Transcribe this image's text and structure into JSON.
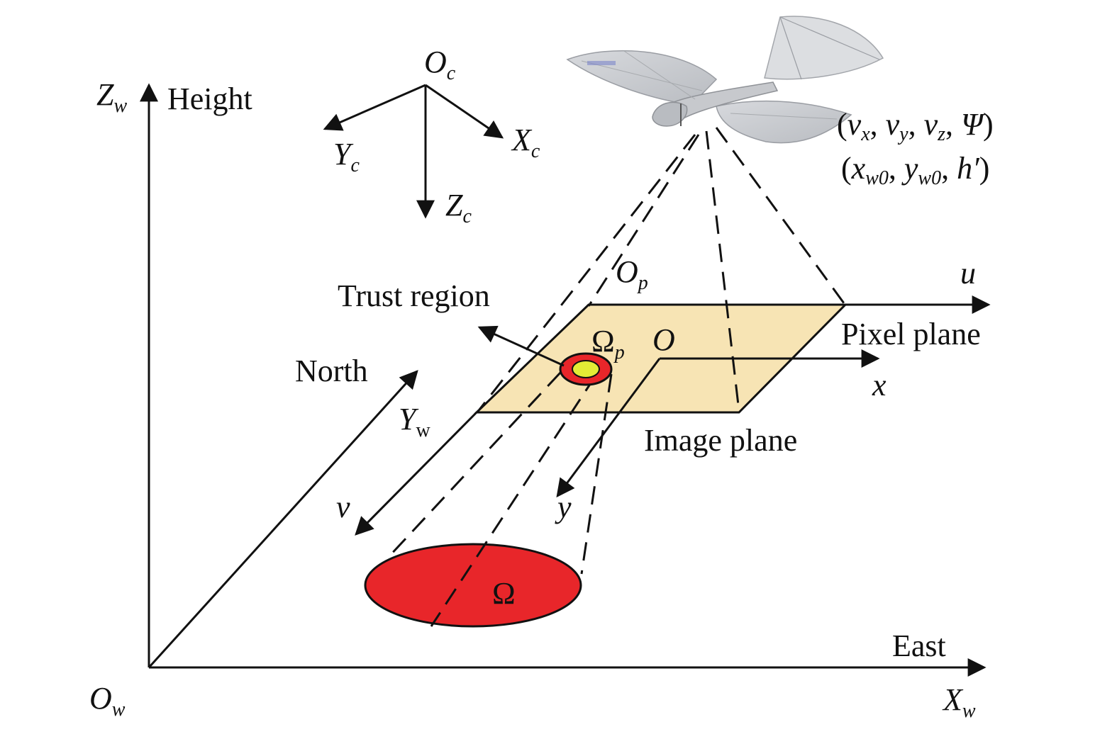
{
  "colors": {
    "ink": "#111111",
    "plane_fill": "#f7e4b4",
    "target_red": "#e8262a",
    "target_core": "#e4ec35",
    "drone_body": "#c9cbcf"
  },
  "icons": {
    "drone": "flapping-wing-drone-icon"
  },
  "labels": {
    "height": "Height",
    "east": "East",
    "north": "North",
    "trust_region": "Trust region",
    "pixel_plane": "Pixel plane",
    "image_plane": "Image plane",
    "omega": "Ω",
    "omega_p_base": "Ω",
    "omega_p_sub": "p"
  },
  "world_axes": {
    "z": {
      "base": "Z",
      "sub": "w"
    },
    "x": {
      "base": "X",
      "sub": "w"
    },
    "y": {
      "base": "Y",
      "sub": "w"
    },
    "origin": {
      "base": "O",
      "sub": "w"
    }
  },
  "camera_axes": {
    "origin": {
      "base": "O",
      "sub": "c"
    },
    "x": {
      "base": "X",
      "sub": "c"
    },
    "y": {
      "base": "Y",
      "sub": "c"
    },
    "z": {
      "base": "Z",
      "sub": "c"
    }
  },
  "pixel_axes": {
    "origin": {
      "base": "O",
      "sub": "p"
    },
    "u": "u",
    "v": "v"
  },
  "image_axes": {
    "origin": "O",
    "x": "x",
    "y": "y"
  },
  "state": {
    "line1": {
      "open": "(",
      "vx": "v",
      "vx_sub": "x",
      "sep1": ", ",
      "vy": "v",
      "vy_sub": "y",
      "sep2": ", ",
      "vz": "v",
      "vz_sub": "z",
      "sep3": ", ",
      "psi": "Ψ",
      "close": ")"
    },
    "line2": {
      "open": "(",
      "xw": "x",
      "xw_sub": "w0",
      "sep1": ", ",
      "yw": "y",
      "yw_sub": "w0",
      "sep2": ",  ",
      "h": "h′",
      "close": ")"
    }
  }
}
